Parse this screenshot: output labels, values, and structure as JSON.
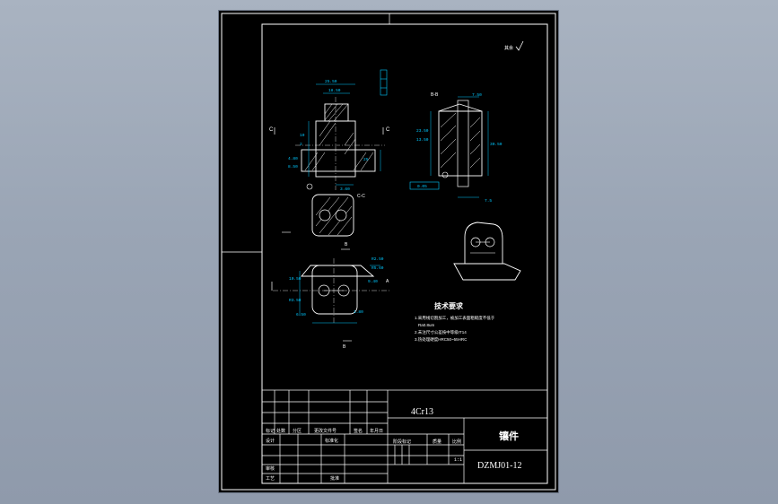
{
  "drawing": {
    "view_label_bb": "B-B",
    "view_label_cc": "C-C",
    "view_label_a": "A",
    "section_mark_c": "C",
    "section_mark_b": "B",
    "surface_finish_note": "其余",
    "dims_front": [
      "25.50",
      "18.50",
      "10",
      "2",
      "4.80",
      "8.50",
      "25",
      "3.60",
      "R8",
      "6.40"
    ],
    "dims_side": [
      "7.50",
      "23.50",
      "13.50",
      "17.20",
      "30.50",
      "7.5"
    ],
    "dims_bottom": [
      "R2.50",
      "R5.60",
      "10.50",
      "R3.50",
      "6.50",
      "9.40",
      "1.80",
      "R1"
    ],
    "tolerance_frame": "0.05",
    "tech_req": {
      "title": "技术要求",
      "lines": [
        "1.采用线切割加工，被加工表面粗糙度不低于",
        "Ra0.8um",
        "2.未注尺寸公差按中等级IT14",
        "3.热处理硬度HRC50~55HRC"
      ]
    }
  },
  "title_block": {
    "material": "4Cr13",
    "part_name": "镶件",
    "drawing_no": "DZMJ01-12",
    "scale": "1:1",
    "headers_row1": [
      "标记",
      "处数",
      "分区",
      "更改文件号",
      "签名",
      "年月日"
    ],
    "design_label": "设计",
    "standardize_label": "标准化",
    "stage_label": "阶段标记",
    "weight_label": "质量",
    "scale_label": "比例",
    "review_label": "审核",
    "process_label": "工艺",
    "approve_label": "批准"
  },
  "colors": {
    "background": "#9aa5b5",
    "sheet": "#000000",
    "line": "#ffffff",
    "dimension": "#00c8ff",
    "hatch": "#ffffff"
  }
}
